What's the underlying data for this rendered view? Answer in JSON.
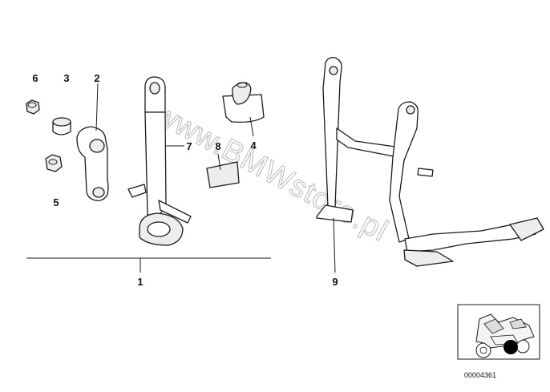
{
  "callouts": {
    "c1": "1",
    "c2": "2",
    "c3": "3",
    "c4": "4",
    "c5": "5",
    "c6": "6",
    "c7": "7",
    "c8": "8",
    "c9": "9"
  },
  "watermark": "www.BMWstore.pl",
  "thumbnail": {
    "doc_number": "00004361"
  },
  "colors": {
    "line": "#1a1a1a",
    "watermark": "#b9b9b9",
    "marker": "#000000"
  }
}
